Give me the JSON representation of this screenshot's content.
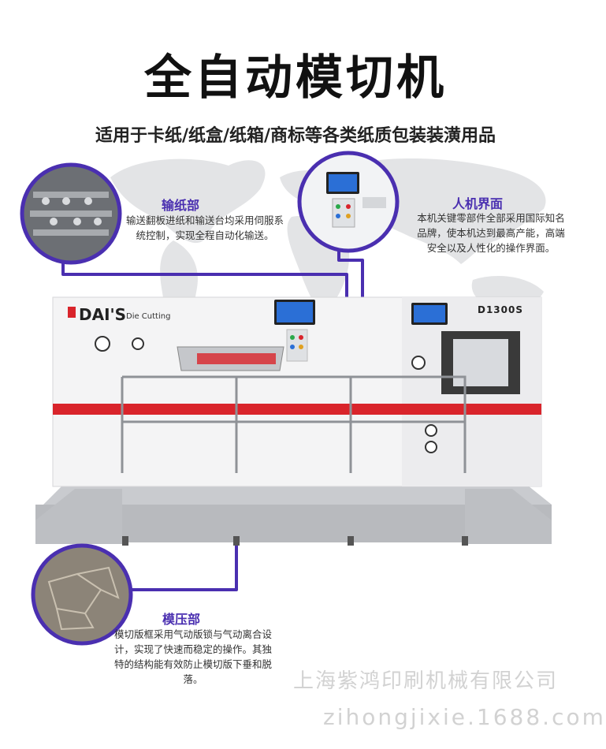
{
  "header": {
    "title": "全自动模切机",
    "subtitle": "适用于卡纸/纸盒/纸箱/商标等各类纸质包装装潢用品"
  },
  "features": {
    "feeding": {
      "title": "输纸部",
      "desc": "输送翻板进纸和输送台均采用伺服系统控制，实现全程自动化输送。"
    },
    "hmi": {
      "title": "人机界面",
      "desc": "本机关键零部件全部采用国际知名品牌，使本机达到最高产能，高端安全以及人性化的操作界面。"
    },
    "die": {
      "title": "模压部",
      "desc": "模切版框采用气动版锁与气动离合设计，实现了快速而稳定的操作。其独特的结构能有效防止模切版下垂和脱落。"
    }
  },
  "machine": {
    "brand": "DAI'S",
    "brand_sub": "Die Cutting",
    "model": "D1300S"
  },
  "watermark": {
    "company": "上海紫鸿印刷机械有限公司",
    "site": "zihongjixie.1688.com"
  },
  "colors": {
    "accent": "#4a2fb0",
    "stripe": "#d9242b",
    "brand_red": "#d9242b",
    "map": "#e3e4e6"
  }
}
